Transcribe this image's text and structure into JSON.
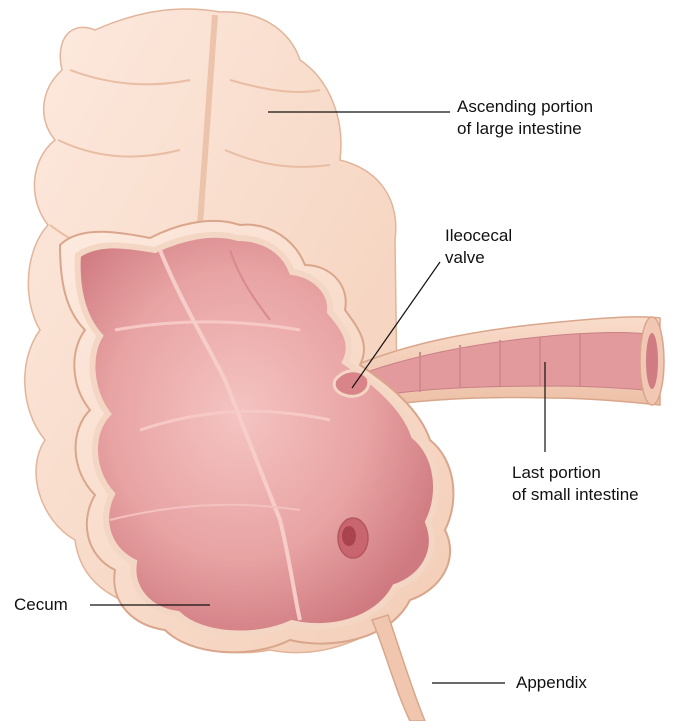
{
  "labels": {
    "ascending": [
      "Ascending portion",
      "of large intestine"
    ],
    "ileocecal": [
      "Ileocecal",
      "valve"
    ],
    "small_intestine": [
      "Last portion",
      "of small intestine"
    ],
    "cecum": "Cecum",
    "appendix": "Appendix"
  },
  "colors": {
    "outer_wall": "#fbe0cf",
    "outer_shadow": "#efc3a8",
    "cut_edge": "#f6d9c5",
    "lumen": "#e8a3a3",
    "lumen_dark": "#d07c82",
    "fold": "#f3bfbd",
    "leader_line": "#111111"
  }
}
